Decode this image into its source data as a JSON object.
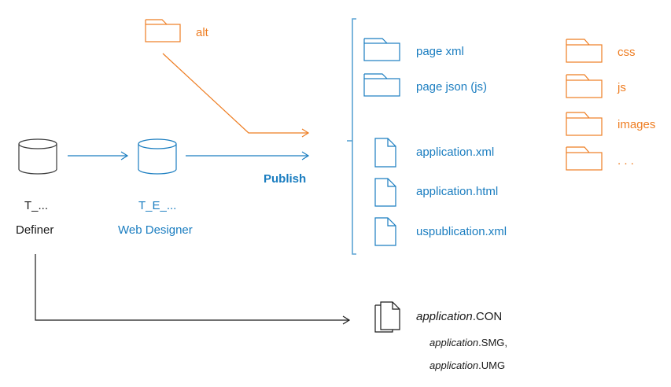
{
  "colors": {
    "blue": "#1a7dc0",
    "orange": "#ee7d22",
    "black": "#1a1a1a",
    "bracket": "#5ba3d4"
  },
  "nodes": {
    "definer": {
      "icon": "database-icon",
      "short_name": "T_...",
      "label": "Definer"
    },
    "web_designer": {
      "icon": "database-icon",
      "short_name": "T_E_...",
      "label": "Web Designer"
    },
    "alt": {
      "icon": "folder-icon",
      "label": "alt"
    }
  },
  "edges": {
    "publish_label": "Publish"
  },
  "published_output": {
    "folders": [
      {
        "icon": "folder-icon",
        "label": "page xml"
      },
      {
        "icon": "folder-icon",
        "label": "page json (js)"
      }
    ],
    "files": [
      {
        "icon": "file-icon",
        "label": "application.xml"
      },
      {
        "icon": "file-icon",
        "label": "application.html"
      },
      {
        "icon": "file-icon",
        "label": "uspublication.xml"
      }
    ],
    "asset_folders": [
      {
        "icon": "folder-icon",
        "label": "css"
      },
      {
        "icon": "folder-icon",
        "label": "js"
      },
      {
        "icon": "folder-icon",
        "label": "images"
      },
      {
        "icon": "folder-icon",
        "label": ". . ."
      }
    ]
  },
  "definer_output": {
    "icon": "multiple-files-icon",
    "main": {
      "name": "application",
      "ext": ".CON"
    },
    "secondary": [
      {
        "name": "application",
        "ext": ".SMG,"
      },
      {
        "name": "application",
        "ext": ".UMG"
      }
    ]
  }
}
